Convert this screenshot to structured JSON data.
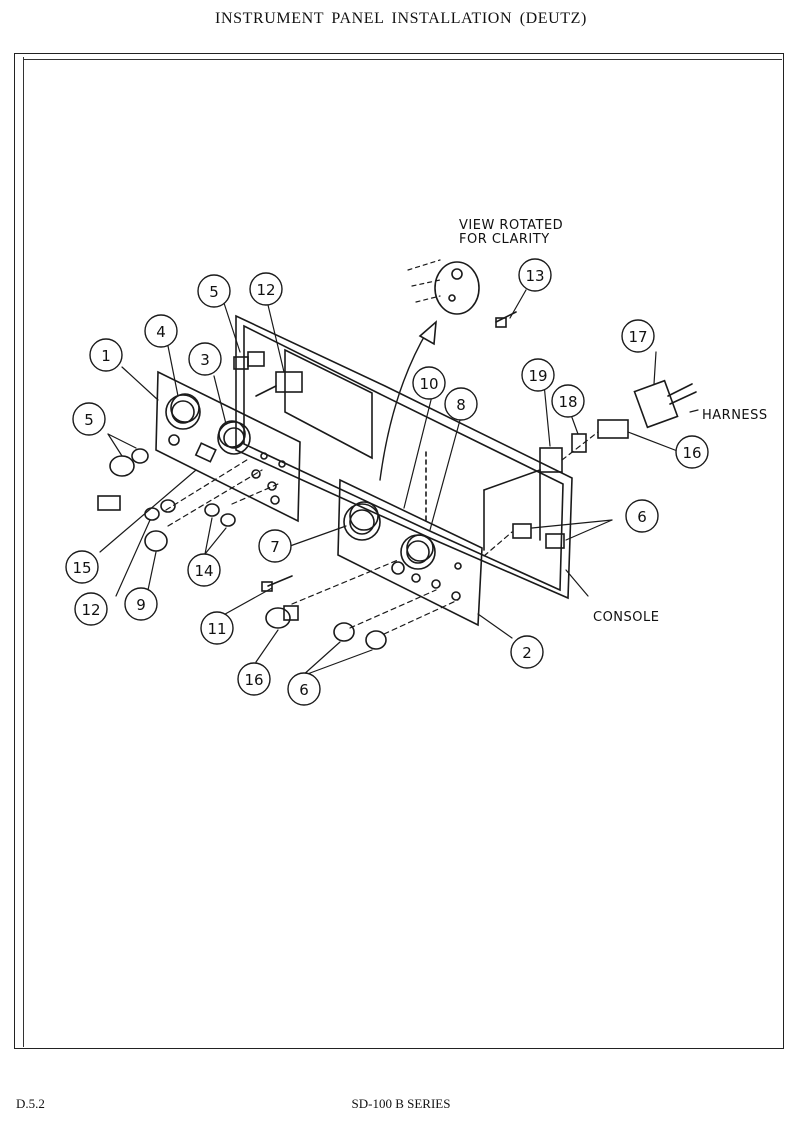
{
  "header": {
    "title": "INSTRUMENT  PANEL  INSTALLATION  (DEUTZ)"
  },
  "diagram": {
    "callouts": [
      "1",
      "2",
      "3",
      "4",
      "5",
      "5",
      "6",
      "6",
      "7",
      "8",
      "9",
      "10",
      "11",
      "12",
      "12",
      "13",
      "14",
      "15",
      "16",
      "16",
      "17",
      "18",
      "19"
    ],
    "labels": {
      "view_rotated_line1": "VIEW ROTATED",
      "view_rotated_line2": "FOR CLARITY",
      "harness": "HARNESS",
      "console": "CONSOLE"
    }
  },
  "footer": {
    "left": "D.5.2",
    "center": "SD-100 B SERIES"
  }
}
